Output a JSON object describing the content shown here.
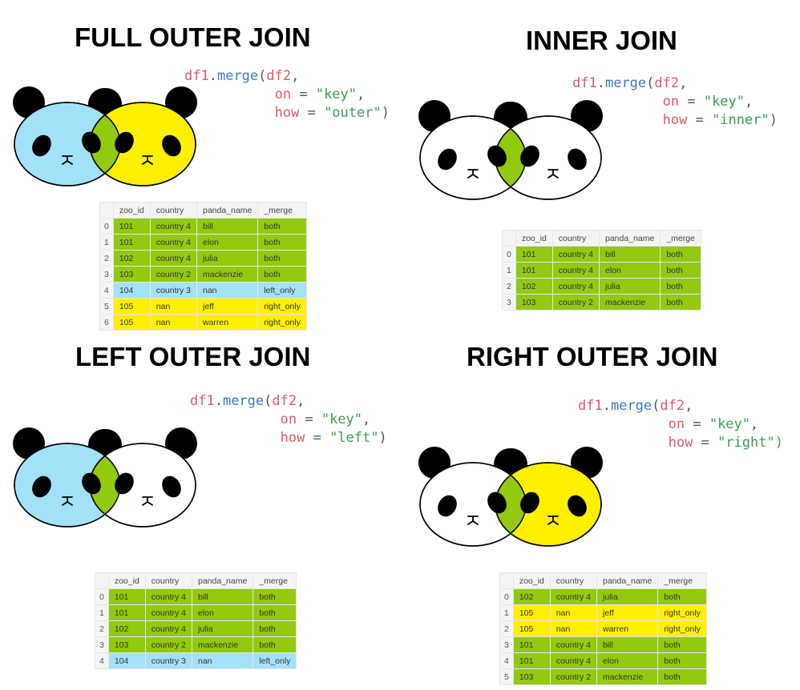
{
  "colors": {
    "left_only": "#a3e1f8",
    "right_only": "#fff000",
    "both": "#93c90e"
  },
  "columns": [
    "",
    "zoo_id",
    "country",
    "panda_name",
    "_merge"
  ],
  "panels": [
    {
      "id": "outer",
      "title": "FULL OUTER JOIN",
      "code": {
        "obj": "df1",
        "method": "merge",
        "arg": "df2",
        "on_kw": "on",
        "on_val": "\"key\"",
        "how_kw": "how",
        "how_val": "\"outer\""
      },
      "left_fill": "#a3e1f8",
      "right_fill": "#fff000",
      "rows": [
        {
          "idx": "0",
          "zoo_id": "101",
          "country": "country 4",
          "panda_name": "bill",
          "merge": "both"
        },
        {
          "idx": "1",
          "zoo_id": "101",
          "country": "country 4",
          "panda_name": "elon",
          "merge": "both"
        },
        {
          "idx": "2",
          "zoo_id": "102",
          "country": "country 4",
          "panda_name": "julia",
          "merge": "both"
        },
        {
          "idx": "3",
          "zoo_id": "103",
          "country": "country 2",
          "panda_name": "mackenzie",
          "merge": "both"
        },
        {
          "idx": "4",
          "zoo_id": "104",
          "country": "country 3",
          "panda_name": "nan",
          "merge": "left_only"
        },
        {
          "idx": "5",
          "zoo_id": "105",
          "country": "nan",
          "panda_name": "jeff",
          "merge": "right_only"
        },
        {
          "idx": "6",
          "zoo_id": "105",
          "country": "nan",
          "panda_name": "warren",
          "merge": "right_only"
        }
      ]
    },
    {
      "id": "inner",
      "title": "INNER JOIN",
      "code": {
        "obj": "df1",
        "method": "merge",
        "arg": "df2",
        "on_kw": "on",
        "on_val": "\"key\"",
        "how_kw": "how",
        "how_val": "\"inner\""
      },
      "left_fill": "#ffffff",
      "right_fill": "#ffffff",
      "rows": [
        {
          "idx": "0",
          "zoo_id": "101",
          "country": "country 4",
          "panda_name": "bill",
          "merge": "both"
        },
        {
          "idx": "1",
          "zoo_id": "101",
          "country": "country 4",
          "panda_name": "elon",
          "merge": "both"
        },
        {
          "idx": "2",
          "zoo_id": "102",
          "country": "country 4",
          "panda_name": "julia",
          "merge": "both"
        },
        {
          "idx": "3",
          "zoo_id": "103",
          "country": "country 2",
          "panda_name": "mackenzie",
          "merge": "both"
        }
      ]
    },
    {
      "id": "left",
      "title": "LEFT OUTER JOIN",
      "code": {
        "obj": "df1",
        "method": "merge",
        "arg": "df2",
        "on_kw": "on",
        "on_val": "\"key\"",
        "how_kw": "how",
        "how_val": "\"left\""
      },
      "left_fill": "#a3e1f8",
      "right_fill": "#ffffff",
      "rows": [
        {
          "idx": "0",
          "zoo_id": "101",
          "country": "country 4",
          "panda_name": "bill",
          "merge": "both"
        },
        {
          "idx": "1",
          "zoo_id": "101",
          "country": "country 4",
          "panda_name": "elon",
          "merge": "both"
        },
        {
          "idx": "2",
          "zoo_id": "102",
          "country": "country 4",
          "panda_name": "julia",
          "merge": "both"
        },
        {
          "idx": "3",
          "zoo_id": "103",
          "country": "country 2",
          "panda_name": "mackenzie",
          "merge": "both"
        },
        {
          "idx": "4",
          "zoo_id": "104",
          "country": "country 3",
          "panda_name": "nan",
          "merge": "left_only"
        }
      ]
    },
    {
      "id": "right",
      "title": "RIGHT OUTER JOIN",
      "code": {
        "obj": "df1",
        "method": "merge",
        "arg": "df2",
        "on_kw": "on",
        "on_val": "\"key\"",
        "how_kw": "how",
        "how_val": "\"right\")"
      },
      "left_fill": "#ffffff",
      "right_fill": "#fff000",
      "rows": [
        {
          "idx": "0",
          "zoo_id": "102",
          "country": "country 4",
          "panda_name": "julia",
          "merge": "both"
        },
        {
          "idx": "1",
          "zoo_id": "105",
          "country": "nan",
          "panda_name": "jeff",
          "merge": "right_only"
        },
        {
          "idx": "2",
          "zoo_id": "105",
          "country": "nan",
          "panda_name": "warren",
          "merge": "right_only"
        },
        {
          "idx": "3",
          "zoo_id": "101",
          "country": "country 4",
          "panda_name": "bill",
          "merge": "both"
        },
        {
          "idx": "4",
          "zoo_id": "101",
          "country": "country 4",
          "panda_name": "elon",
          "merge": "both"
        },
        {
          "idx": "5",
          "zoo_id": "103",
          "country": "country 2",
          "panda_name": "mackenzie",
          "merge": "both"
        }
      ]
    }
  ]
}
